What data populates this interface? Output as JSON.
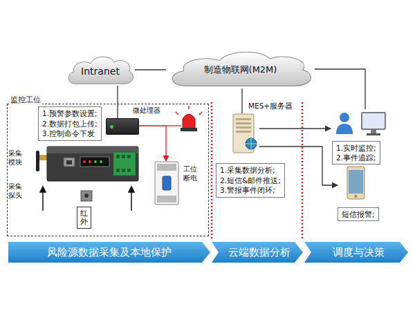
{
  "diagram": {
    "nodes": [
      {
        "text": [
          "Intranet"
        ]
      },
      {
        "text": [
          "制造物联网(M2M)"
        ]
      },
      {
        "text": [
          "监控工位"
        ]
      },
      {
        "text": [
          "1.预警参数设置;",
          "2.数据打包上传;",
          "3.控制命令下发"
        ],
        "in": 2
      },
      {
        "text": [
          "微处理器"
        ],
        "in": 2
      },
      {
        "text": [
          "工位断电"
        ],
        "in": 2
      },
      {
        "text": [
          "红外"
        ],
        "in": 2
      },
      {
        "text": [
          "MES+服务器"
        ]
      },
      {
        "text": [
          "1.采集数据分析;",
          "2.短信&邮件推送;",
          "3.警报事件闭环;"
        ]
      },
      {
        "text": [
          "1.实时监控;",
          "2.事件追踪;"
        ]
      },
      {
        "text": [
          "短信报警;"
        ]
      },
      {
        "text": [
          "风险源数据采集及本地保护"
        ]
      },
      {
        "text": [
          "云端数据分析"
        ]
      },
      {
        "text": [
          "调度与决策"
        ]
      }
    ],
    "edges": [
      {
        "from": 0,
        "to": 1,
        "arrow": "none"
      },
      {
        "from": 0,
        "to": 4,
        "arrow": "none"
      },
      {
        "from": 1,
        "to": 7,
        "arrow": "none"
      },
      {
        "from": 1,
        "to": 9,
        "arrow": "none"
      },
      {
        "from": 7,
        "to": 9,
        "arrow": "to"
      },
      {
        "from": 7,
        "to": 10,
        "arrow": "to"
      },
      {
        "from": 4,
        "to": 5,
        "arrow": "to"
      }
    ],
    "labels": [
      "采集模块",
      "采集探头"
    ]
  }
}
